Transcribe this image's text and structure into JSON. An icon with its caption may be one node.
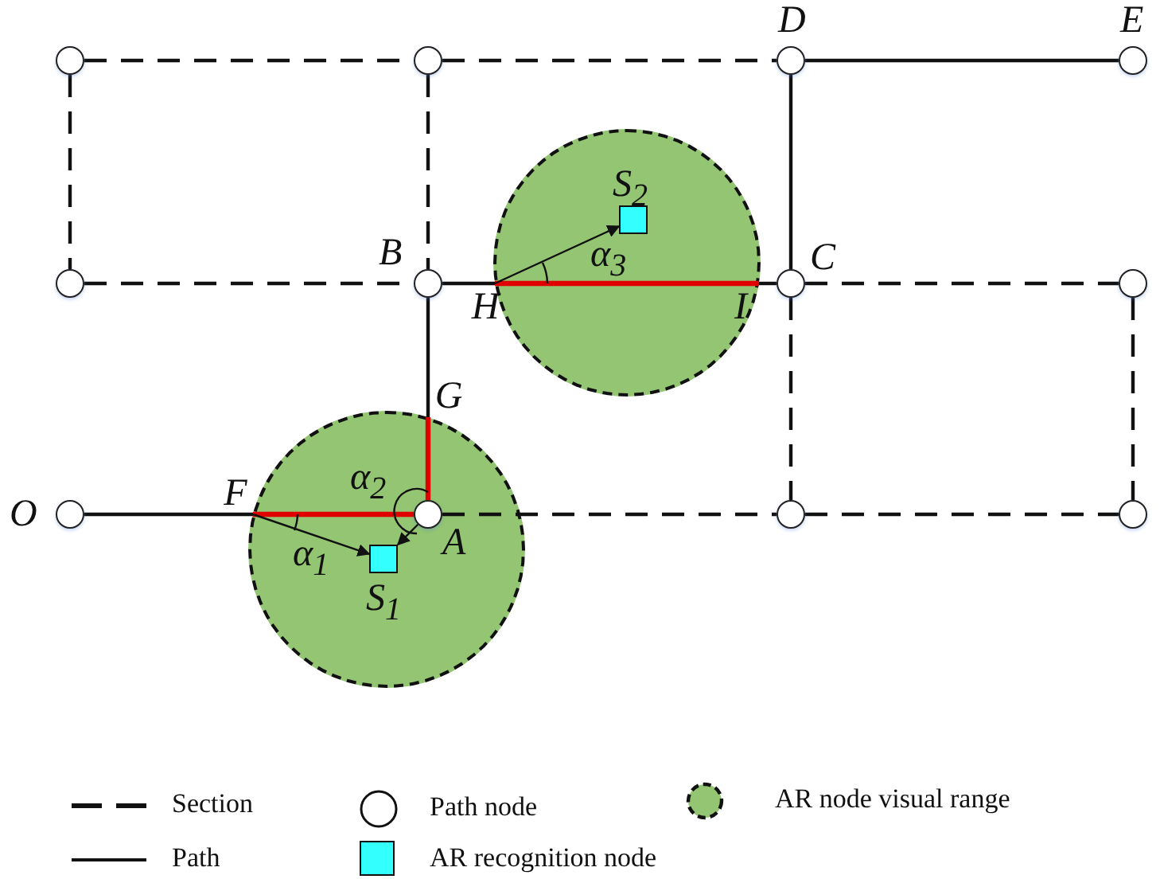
{
  "diagram": {
    "nodes": [
      {
        "text": [],
        "shape": "circle"
      },
      {
        "text": [],
        "shape": "circle"
      },
      {
        "text": [],
        "shape": "circle",
        "beside": [
          "D"
        ]
      },
      {
        "text": [],
        "shape": "circle",
        "beside": [
          "E"
        ]
      },
      {
        "text": [],
        "shape": "circle"
      },
      {
        "text": [],
        "shape": "box",
        "in": 4,
        "beside": [
          "S$_{2}$"
        ]
      },
      {
        "text": [],
        "shape": "circle"
      },
      {
        "text": [],
        "shape": "circle",
        "beside": [
          "B"
        ]
      },
      {
        "text": [
          "H"
        ]
      },
      {
        "text": [
          "I"
        ],
        "in": 4
      },
      {
        "text": [],
        "shape": "circle",
        "beside": [
          "C"
        ]
      },
      {
        "text": [],
        "shape": "circle"
      },
      {
        "text": [
          "G"
        ]
      },
      {
        "text": [],
        "shape": "circle"
      },
      {
        "text": [],
        "shape": "circle",
        "beside": [
          "O"
        ]
      },
      {
        "text": [
          "F"
        ]
      },
      {
        "text": [],
        "shape": "circle",
        "in": 13,
        "beside": [
          "A"
        ]
      },
      {
        "text": [],
        "shape": "box",
        "in": 13,
        "beside": [
          "S$_{1}$"
        ]
      },
      {
        "text": [],
        "shape": "circle"
      },
      {
        "text": [],
        "shape": "circle"
      }
    ],
    "edges": [
      {
        "from": 0,
        "to": 1,
        "arrow": "none",
        "style": "dashed"
      },
      {
        "from": 1,
        "to": 2,
        "arrow": "none",
        "style": "dashed"
      },
      {
        "from": 2,
        "to": 3,
        "arrow": "none"
      },
      {
        "from": 0,
        "to": 6,
        "arrow": "none",
        "style": "dashed"
      },
      {
        "from": 1,
        "to": 7,
        "arrow": "none",
        "style": "dashed"
      },
      {
        "from": 2,
        "to": 10,
        "arrow": "none"
      },
      {
        "from": 6,
        "to": 7,
        "arrow": "none",
        "style": "dashed"
      },
      {
        "from": 7,
        "to": 8,
        "arrow": "none"
      },
      {
        "from": 8,
        "to": 9,
        "arrow": "none",
        "color": "#e00000"
      },
      {
        "from": 9,
        "to": 10,
        "arrow": "none"
      },
      {
        "from": 10,
        "to": 11,
        "arrow": "none",
        "style": "dashed"
      },
      {
        "from": 7,
        "to": 12,
        "arrow": "none"
      },
      {
        "from": 12,
        "to": 16,
        "arrow": "none",
        "color": "#e00000"
      },
      {
        "from": 10,
        "to": 18,
        "arrow": "none",
        "style": "dashed"
      },
      {
        "from": 11,
        "to": 19,
        "arrow": "none",
        "style": "dashed"
      },
      {
        "from": 14,
        "to": 15,
        "arrow": "none"
      },
      {
        "from": 15,
        "to": 16,
        "arrow": "none",
        "color": "#e00000"
      },
      {
        "from": 16,
        "to": 18,
        "arrow": "none",
        "style": "dashed"
      },
      {
        "from": 18,
        "to": 19,
        "arrow": "none",
        "style": "dashed"
      },
      {
        "from": 15,
        "to": 17,
        "arrow": "to"
      },
      {
        "from": 16,
        "to": 17,
        "arrow": "to"
      },
      {
        "from": 8,
        "to": 5,
        "arrow": "to"
      }
    ],
    "labels": [
      "α$_{3}$",
      "α$_{2}$",
      "α$_{1}$"
    ],
    "legend": [
      {
        "text": "Section"
      },
      {
        "text": "Path node"
      },
      {
        "text": "AR node visual range"
      },
      {
        "text": "Path"
      },
      {
        "text": "AR recognition node",
        "color": "#33ffff"
      }
    ]
  }
}
